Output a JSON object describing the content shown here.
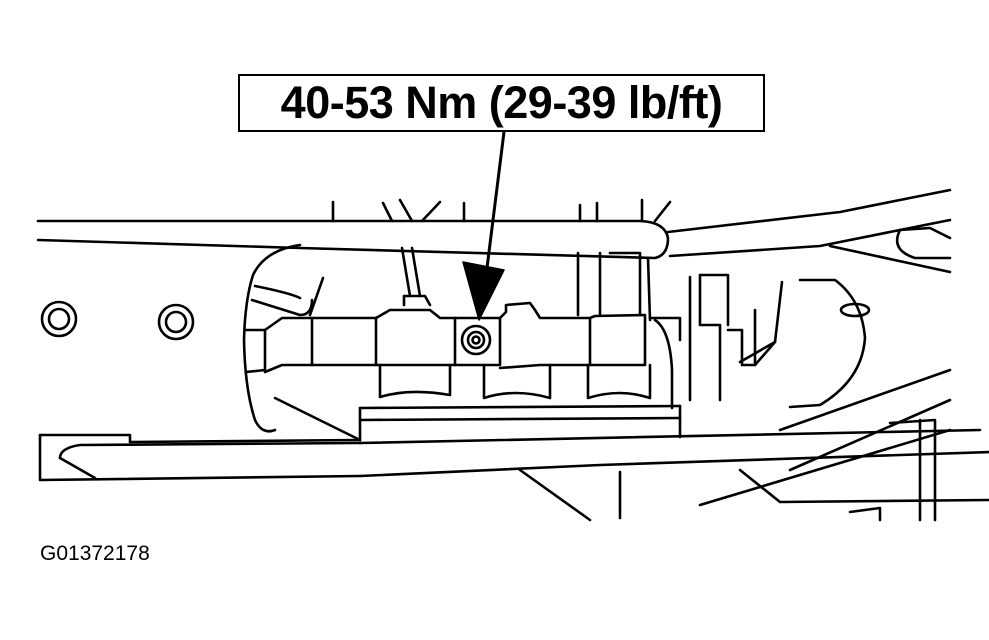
{
  "figure": {
    "id": "G01372178",
    "callout": {
      "label": "40-53 Nm (29-39 lb/ft)",
      "torque_nm": "40-53 Nm",
      "torque_lbft": "29-39 lb/ft"
    },
    "description": "Line drawing of a component assembly with an arrow pointing to a bolt, indicating the tightening torque specification."
  },
  "colors": {
    "line": "#000000",
    "background": "#ffffff"
  }
}
